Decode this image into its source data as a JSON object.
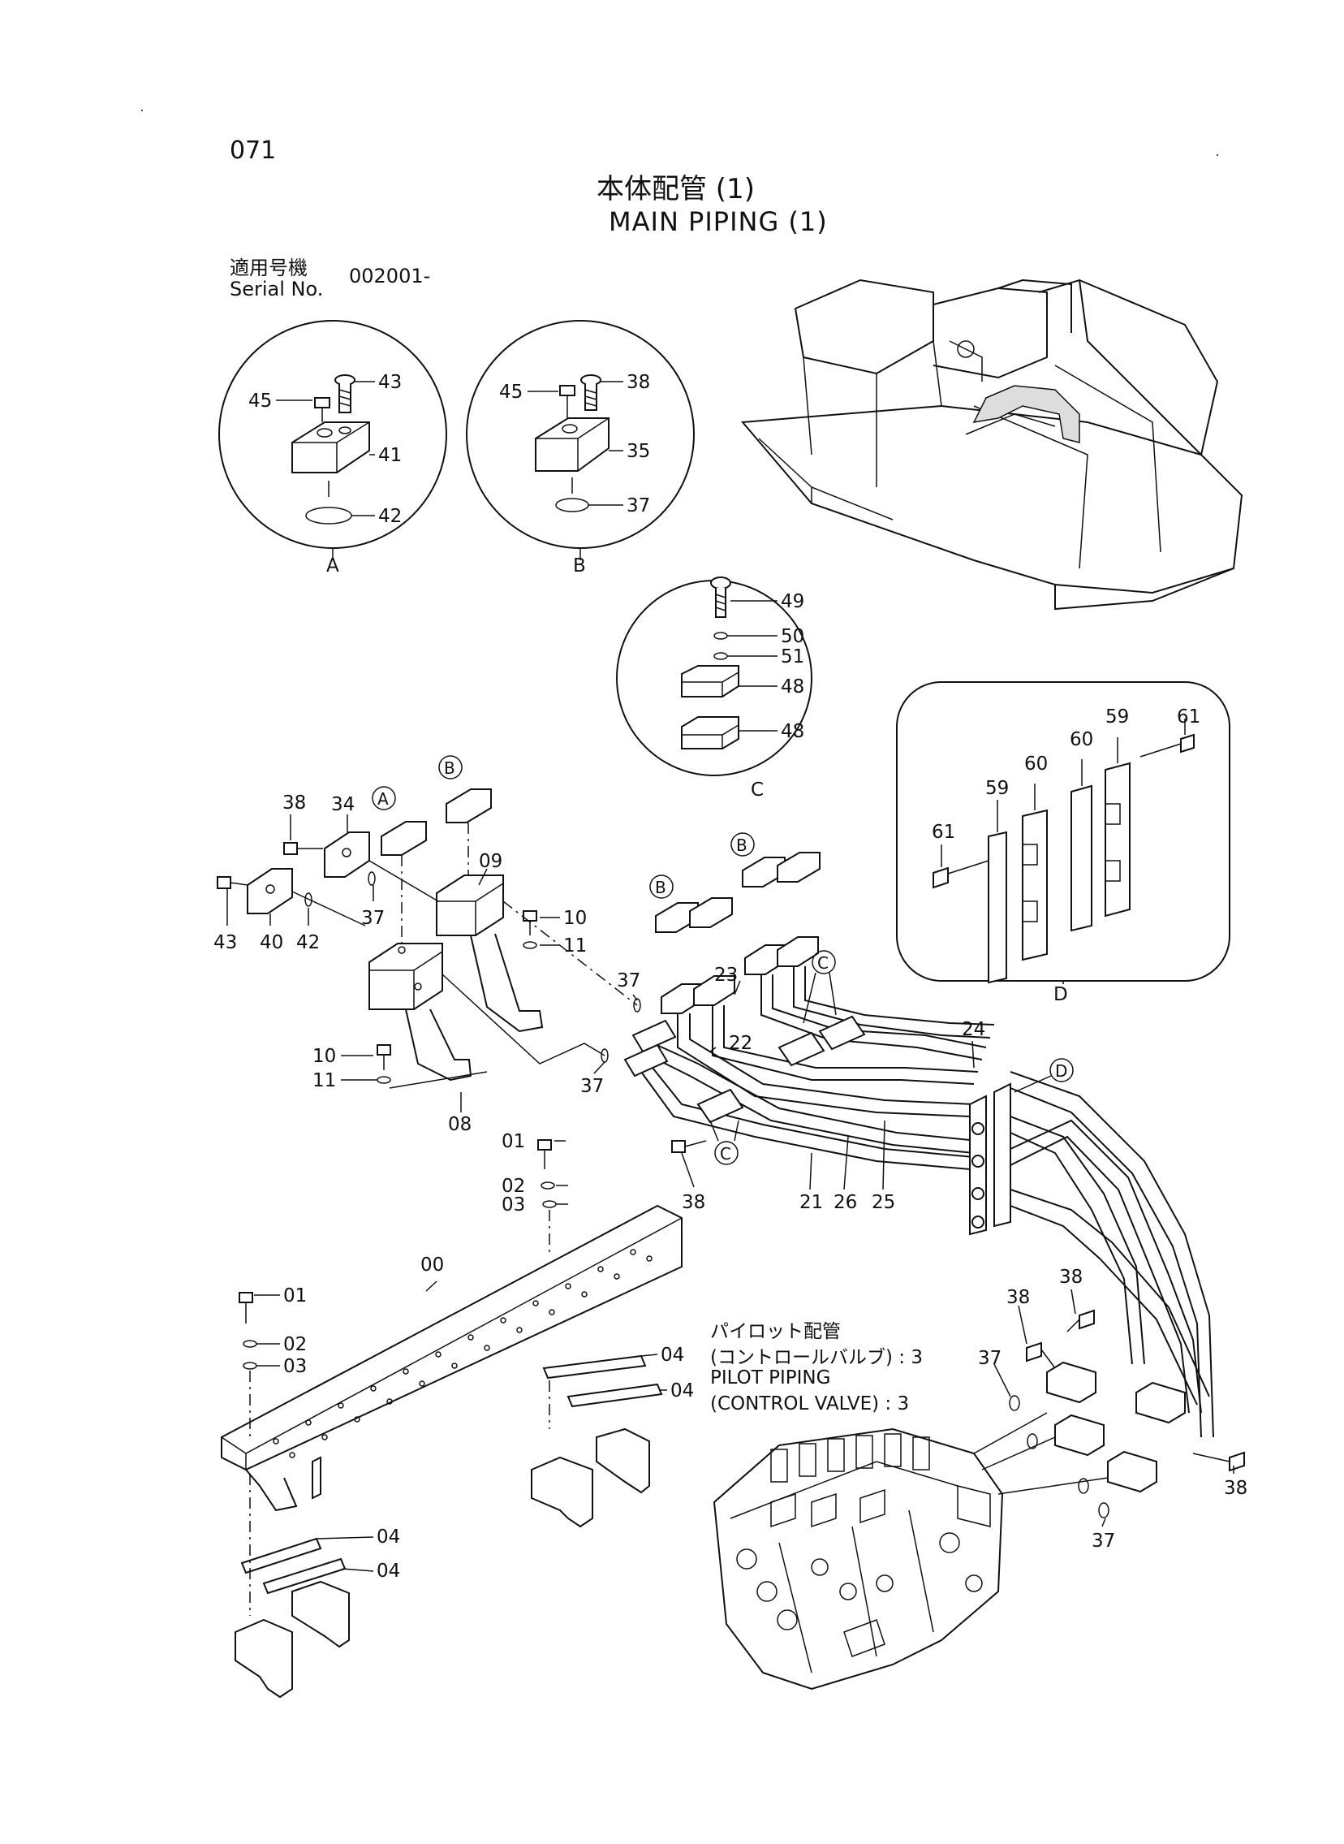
{
  "header": {
    "page_no": "071",
    "title_ja": "本体配管 (1)",
    "title_en": "MAIN PIPING (1)",
    "serial_label_ja": "適用号機",
    "serial_label_en": "Serial No.",
    "serial_value": "002001-"
  },
  "detail_views": {
    "A": "A",
    "B": "B",
    "C": "C",
    "D": "D"
  },
  "note": {
    "line1": "パイロット配管",
    "line2": "(コントロールバルブ) : 3",
    "line3": "PILOT PIPING",
    "line4": " (CONTROL VALVE) : 3"
  },
  "callouts": {
    "a45": "45",
    "a43": "43",
    "a41": "41",
    "a42": "42",
    "b45": "45",
    "b38": "38",
    "b35": "35",
    "b37": "37",
    "c49": "49",
    "c50": "50",
    "c51": "51",
    "c48a": "48",
    "c48b": "48",
    "d59a": "59",
    "d60a": "60",
    "d60b": "60",
    "d59b": "59",
    "d61a": "61",
    "d61b": "61",
    "m38a": "38",
    "m34": "34",
    "m43": "43",
    "m40": "40",
    "m42": "42",
    "m37a": "37",
    "m09": "09",
    "m10a": "10",
    "m11a": "11",
    "m10b": "10",
    "m11b": "11",
    "m08": "08",
    "m37b": "37",
    "m37c": "37",
    "m23": "23",
    "m22": "22",
    "m24": "24",
    "m38b": "38",
    "m21": "21",
    "m26": "26",
    "m25": "25",
    "m01a": "01",
    "m02a": "02",
    "m03a": "03",
    "m00": "00",
    "m01b": "01",
    "m02b": "02",
    "m03b": "03",
    "m04a": "04",
    "m04b": "04",
    "m04c": "04",
    "m04d": "04",
    "m38c": "38",
    "m38d": "38",
    "m37d": "37",
    "m38e": "38",
    "m37e": "37"
  }
}
